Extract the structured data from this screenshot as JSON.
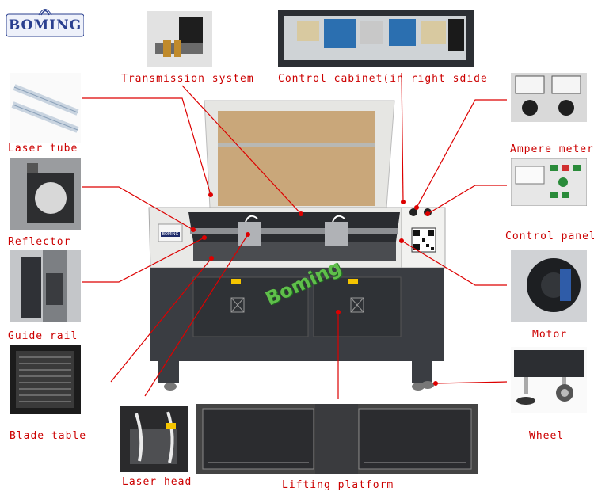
{
  "brand": {
    "logo_text": "BOMING",
    "watermark": "Boming",
    "plate_text": "BOMING"
  },
  "labels": {
    "transmission": "Transmission system",
    "cabinet": "Control cabinet(in right sdide",
    "laser_tube": "Laser tube",
    "reflector": "Reflector",
    "guide_rail": "Guide rail",
    "blade_table": "Blade table",
    "laser_head": "Laser head",
    "lifting": "Lifting platform",
    "ampere": "Ampere meter",
    "control_panel": "Control panel",
    "motor": "Motor",
    "wheel": "Wheel"
  },
  "colors": {
    "label": "#cc0000",
    "line": "#dd0000",
    "machine_body": "#3a3d42",
    "lid": "#e8e8e6",
    "board": "#c9a77a"
  },
  "icons": {
    "fan": "fan-grille-icon",
    "warning": "warning-sticker-icon",
    "qr": "qr-code-icon"
  }
}
